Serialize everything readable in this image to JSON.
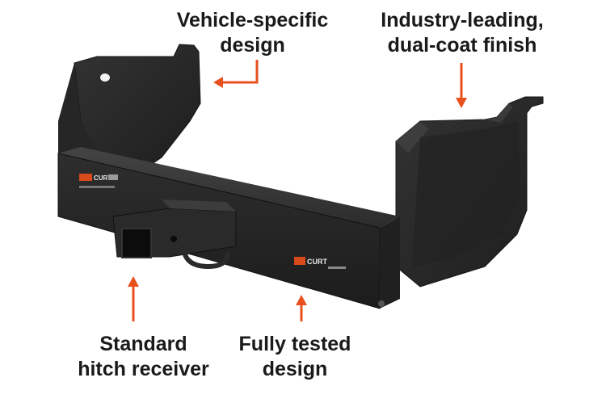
{
  "callouts": {
    "vehicle_specific": {
      "line1": "Vehicle-specific",
      "line2": "design"
    },
    "finish": {
      "line1": "Industry-leading,",
      "line2": "dual-coat finish"
    },
    "receiver": {
      "line1": "Standard",
      "line2": "hitch receiver"
    },
    "tested": {
      "line1": "Fully tested",
      "line2": "design"
    }
  },
  "brand": {
    "name": "CURT"
  },
  "colors": {
    "arrow": "#e8501e",
    "text": "#1a1a1a",
    "steel": "#2b2b2b",
    "steel_light": "#3a3a3a",
    "steel_dark": "#1a1a1a",
    "background": "#ffffff"
  }
}
